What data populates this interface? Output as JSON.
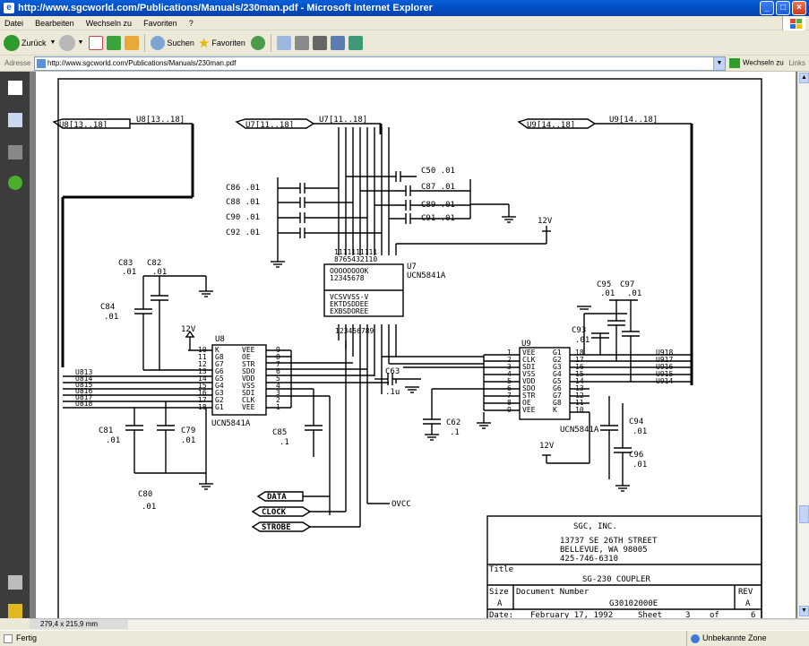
{
  "window": {
    "title": "http://www.sgcworld.com/Publications/Manuals/230man.pdf - Microsoft Internet Explorer"
  },
  "menu": [
    "Datei",
    "Bearbeiten",
    "Wechseln zu",
    "Favoriten",
    "?"
  ],
  "toolbar": {
    "back": "Zurück",
    "search": "Suchen",
    "favorites": "Favoriten"
  },
  "address": {
    "label": "Adresse",
    "url": "http://www.sgcworld.com/Publications/Manuals/230man.pdf",
    "go": "Wechseln zu",
    "links": "Links"
  },
  "pdf": {
    "page_size": "279,4 x 215,9 mm"
  },
  "status": {
    "text": "Fertig",
    "zone": "Unbekannte Zone"
  },
  "schematic": {
    "buses": {
      "u8": "U8[13..18]",
      "u8b": "U8[13..18]",
      "u7": "U7[11..18]",
      "u7b": "U7[11..18]",
      "u9": "U9[14..18]",
      "u9b": "U9[14..18]"
    },
    "caps_top": [
      "C86 .01",
      "C88 .01",
      "C90 .01",
      "C92 .01"
    ],
    "caps_right": [
      "C50 .01",
      "C87 .01",
      "C89 .01",
      "C91 .01"
    ],
    "u7_label": "U7",
    "u7_part": "UCN5841A",
    "u7_pins_top": "1111111111",
    "u7_pins_top2": "8765432110",
    "u7_inner_top": "OOOOOOOOK",
    "u7_inner_top2": "12345678",
    "u7_inner_bot": "VCSVVSS-V",
    "u7_inner_bot2": "EKTDSDDEE",
    "u7_inner_bot3": "EXBSDOREE",
    "u7_pins_bot": "123456789",
    "v12": "12V",
    "u8_label": "U8",
    "u8_part": "UCN5841A",
    "u8_left_pins": [
      "10",
      "11",
      "12",
      "13",
      "14",
      "15",
      "16",
      "17",
      "18"
    ],
    "u8_left_names": [
      "K",
      "G8",
      "G7",
      "G6",
      "G5",
      "G4",
      "G3",
      "G2",
      "G1"
    ],
    "u8_right_names": [
      "VEE",
      "OE",
      "STR",
      "SDO",
      "VDD",
      "VSS",
      "SDI",
      "CLK",
      "VEE"
    ],
    "u8_right_pins": [
      "9",
      "8",
      "7",
      "6",
      "5",
      "4",
      "3",
      "2",
      "1"
    ],
    "u8_nets": [
      "U813",
      "U814",
      "U815",
      "U816",
      "U817",
      "U818"
    ],
    "u9_label": "U9",
    "u9_part": "UCN5841A",
    "u9_left_pins": [
      "1",
      "2",
      "3",
      "4",
      "5",
      "6",
      "7",
      "8",
      "9"
    ],
    "u9_left_names": [
      "VEE",
      "CLK",
      "SDI",
      "VSS",
      "VDD",
      "SDO",
      "STR",
      "OE",
      "VEE"
    ],
    "u9_right_names": [
      "G1",
      "G2",
      "G3",
      "G4",
      "G5",
      "G6",
      "G7",
      "G8",
      "K"
    ],
    "u9_right_pins": [
      "18",
      "17",
      "16",
      "15",
      "14",
      "13",
      "12",
      "11",
      "10"
    ],
    "u9_nets": [
      "U918",
      "U917",
      "U916",
      "U915",
      "U914"
    ],
    "caps_misc": {
      "c83": "C83",
      "c83v": ".01",
      "c82": "C82",
      "c82v": ".01",
      "c84": "C84",
      "c84v": ".01",
      "c81": "C81",
      "c81v": ".01",
      "c79": "C79",
      "c79v": ".01",
      "c85": "C85",
      "c85v": ".1",
      "c80": "C80",
      "c80v": ".01",
      "c63": "C63",
      "c63v": ".1u",
      "c62": "C62",
      "c62v": ".1",
      "c95": "C95",
      "c95v": ".01",
      "c97": "C97",
      "c97v": ".01",
      "c93": "C93",
      "c93v": ".01",
      "c94": "C94",
      "c94v": ".01",
      "c96": "C96",
      "c96v": ".01"
    },
    "signals": [
      "DATA",
      "CLOCK",
      "STROBE"
    ],
    "ovcc": "OVCC",
    "title_block": {
      "company": "SGC, INC.",
      "addr1": "13737 SE 26TH STREET",
      "addr2": "BELLEVUE, WA 98005",
      "phone": "425-746-6310",
      "title_label": "Title",
      "title": "SG-230 COUPLER",
      "size_label": "Size",
      "size": "A",
      "docnum_label": "Document Number",
      "docnum": "G30102000E",
      "rev_label": "REV",
      "rev": "A",
      "date_label": "Date:",
      "date": "February 17, 1992",
      "sheet_label": "Sheet",
      "sheet": "3",
      "of_label": "of",
      "of": "6"
    }
  }
}
